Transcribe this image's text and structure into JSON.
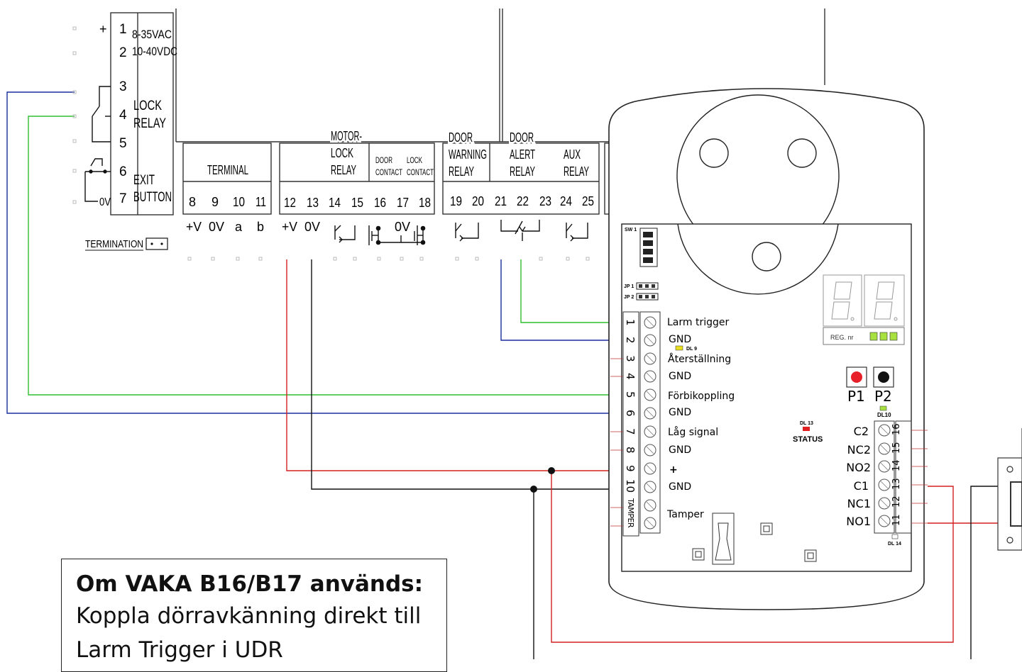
{
  "controller": {
    "power_terms": {
      "plus": "+",
      "t1": "1",
      "t2": "2",
      "vac": "8-35VAC",
      "vdc": "10-40VDC"
    },
    "lock_relay": {
      "t3": "3",
      "t4": "4",
      "t5": "5",
      "label1": "LOCK",
      "label2": "RELAY"
    },
    "exit_button": {
      "t6": "6",
      "t7": "7",
      "ov": "0V",
      "label1": "EXIT",
      "label2": "BUTTON"
    },
    "termination": "TERMINATION",
    "blocks": {
      "terminal": "TERMINAL",
      "motor1": "MOTOR-",
      "motor2": "LOCK",
      "motor3": "RELAY",
      "door_contact1": "DOOR",
      "door_contact2": "CONTACT",
      "lock_contact1": "LOCK",
      "lock_contact2": "CONTACT",
      "dw1": "DOOR",
      "dw2": "WARNING",
      "dw3": "RELAY",
      "da1": "DOOR",
      "da2": "ALERT",
      "da3": "RELAY",
      "aux1": "AUX",
      "aux2": "RELAY"
    },
    "terminal_numbers": [
      "8",
      "9",
      "10",
      "11",
      "12",
      "13",
      "14",
      "15",
      "16",
      "17",
      "18",
      "19",
      "20",
      "21",
      "22",
      "23",
      "24",
      "25"
    ],
    "sub_labels": {
      "v1": "+V",
      "ov1": "0V",
      "a": "a",
      "b": "b",
      "v2": "+V",
      "ov2": "0V",
      "ov3": "0V"
    }
  },
  "udr": {
    "left_terms": [
      "1",
      "2",
      "3",
      "4",
      "5",
      "6",
      "7",
      "8",
      "9",
      "10"
    ],
    "tamper": "TAMPER",
    "left_labels": [
      "Larm trigger",
      "GND",
      "Återställning",
      "GND",
      "Förbikoppling",
      "GND",
      "Låg signal",
      "GND",
      "+",
      "GND",
      "Tamper"
    ],
    "dl9": "DL 9",
    "sw1": "SW 1",
    "jp1": "JP 1",
    "jp2": "JP 2",
    "reg_nr": "REG. nr",
    "p1": "P1",
    "p2": "P2",
    "dl10": "DL10",
    "dl13": "DL 13",
    "status": "STATUS",
    "right_labels": [
      "C2",
      "NC2",
      "NO2",
      "C1",
      "NC1",
      "NO1"
    ],
    "right_terms": [
      "16",
      "15",
      "14",
      "13",
      "12",
      "11"
    ],
    "dl14": "DL 14"
  },
  "note": {
    "title": "Om VAKA B16/B17 används:",
    "line1": "Koppla dörravkänning direkt till",
    "line2": "Larm Trigger i UDR"
  },
  "colors": {
    "red": "#d42020",
    "blue": "#1a2f9e",
    "green": "#2fbf2f",
    "black": "#111111",
    "status_led": "#e02020",
    "p1_button": "#e8202a",
    "led_yellow": "#e8e020",
    "led_green": "#a8e040"
  }
}
